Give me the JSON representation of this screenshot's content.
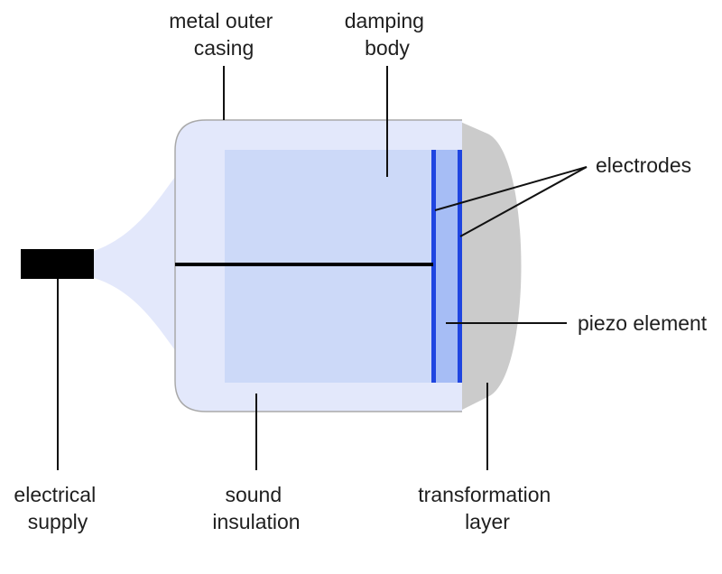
{
  "diagram": {
    "labels": {
      "metal_outer_casing": [
        "metal outer",
        "casing"
      ],
      "damping_body": [
        "damping",
        "body"
      ],
      "electrodes": "electrodes",
      "piezo_element": "piezo element",
      "electrical_supply": [
        "electrical",
        "supply"
      ],
      "sound_insulation": [
        "sound",
        "insulation"
      ],
      "transformation_layer": [
        "transformation",
        "layer"
      ]
    },
    "colors": {
      "casing_fill": "#e3e8fb",
      "casing_stroke": "#a9a9a9",
      "damping_fill": "#ccd9f8",
      "piezo_fill": "#a6bdf5",
      "electrode": "#1f45e0",
      "transformation_layer": "#cbcbcb",
      "connector": "#000000",
      "cable_flare": "#e3e8fb",
      "leader_line": "#111111"
    }
  }
}
